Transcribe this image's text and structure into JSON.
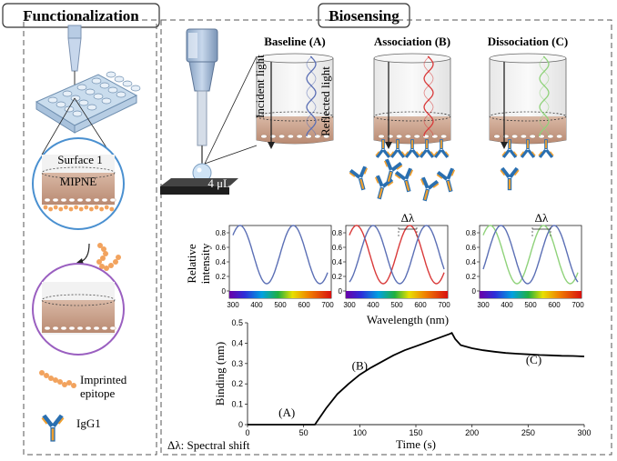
{
  "headers": {
    "functionalization": "Functionalization",
    "biosensing": "Biosensing"
  },
  "left_panel": {
    "surface_label": "Surface 1",
    "mipne_label": "MIPNE",
    "legend_epitope_line1": "Imprinted",
    "legend_epitope_line2": "epitope",
    "legend_igg": "IgG1"
  },
  "instrument": {
    "volume_label": "4 μL",
    "incident_light": "Incident light",
    "reflected_light": "Reflected light"
  },
  "stages": [
    {
      "label": "Baseline (A)"
    },
    {
      "label": "Association (B)"
    },
    {
      "label": "Dissociation (C)"
    }
  ],
  "spectra": {
    "ylabel_line1": "Relative",
    "ylabel_line2": "intensity",
    "xlabel": "Wavelength (nm)",
    "delta_label": "Δλ",
    "xticks": [
      "300",
      "400",
      "500",
      "600",
      "700"
    ],
    "yticks": [
      "0",
      "0.2",
      "0.4",
      "0.6",
      "0.8"
    ],
    "colors": {
      "baseline": "#5b6fb5",
      "association": "#d93a3a",
      "dissociation": "#8fd27a"
    }
  },
  "footnote": "Δλ: Spectral shift",
  "chart_data": {
    "type": "line",
    "xlabel": "Time (s)",
    "ylabel": "Binding (nm)",
    "xlim": [
      0,
      300
    ],
    "ylim": [
      0,
      0.5
    ],
    "xticks": [
      "0",
      "50",
      "100",
      "150",
      "200",
      "250",
      "300"
    ],
    "yticks": [
      "0",
      "0.1",
      "0.2",
      "0.3",
      "0.4",
      "0.5"
    ],
    "x": [
      0,
      20,
      40,
      55,
      60,
      65,
      70,
      80,
      90,
      100,
      110,
      120,
      130,
      140,
      150,
      160,
      170,
      180,
      182,
      185,
      190,
      200,
      210,
      220,
      230,
      240,
      250,
      260,
      270,
      280,
      290,
      300
    ],
    "y": [
      0.0,
      0.0,
      0.0,
      0.0,
      0.0,
      0.04,
      0.08,
      0.15,
      0.2,
      0.245,
      0.28,
      0.31,
      0.34,
      0.365,
      0.385,
      0.405,
      0.425,
      0.445,
      0.45,
      0.42,
      0.39,
      0.375,
      0.365,
      0.358,
      0.352,
      0.348,
      0.345,
      0.342,
      0.34,
      0.338,
      0.337,
      0.335
    ],
    "annotations": [
      {
        "text": "(A)",
        "x": 35,
        "y": 0.04
      },
      {
        "text": "(B)",
        "x": 100,
        "y": 0.27
      },
      {
        "text": "(C)",
        "x": 255,
        "y": 0.3
      }
    ]
  }
}
